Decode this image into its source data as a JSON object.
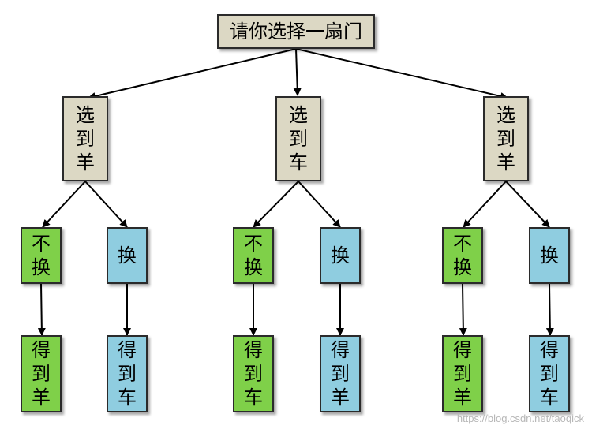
{
  "colors": {
    "beige": "#dcd8c4",
    "green": "#7fd049",
    "blue": "#8fcde0",
    "border": "#2b2b2b",
    "arrow": "#000000"
  },
  "diagram": {
    "root": "请你选择一扇门",
    "choices": [
      {
        "label": "选到羊",
        "actions": [
          {
            "label": "不换",
            "result": "得到羊"
          },
          {
            "label": "换",
            "result": "得到车"
          }
        ]
      },
      {
        "label": "选到车",
        "actions": [
          {
            "label": "不换",
            "result": "得到车"
          },
          {
            "label": "换",
            "result": "得到羊"
          }
        ]
      },
      {
        "label": "选到羊",
        "actions": [
          {
            "label": "不换",
            "result": "得到羊"
          },
          {
            "label": "换",
            "result": "得到车"
          }
        ]
      }
    ]
  },
  "watermark": "https://blog.csdn.net/taoqick"
}
